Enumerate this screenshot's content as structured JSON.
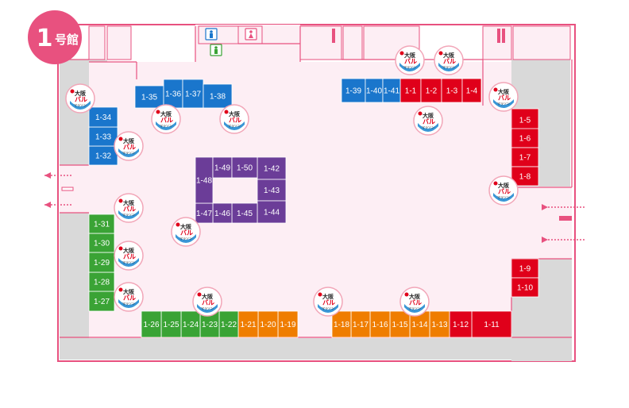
{
  "hall": {
    "number": "1",
    "suffix": "号館"
  },
  "marker": {
    "line1": "大阪",
    "line2": "バル",
    "line3": "マラソン"
  },
  "colors": {
    "red": "#e0001a",
    "blue": "#1a76cc",
    "green": "#3aa335",
    "orange": "#ef7d00",
    "purple": "#6b3d98",
    "floor": "#fdeef4",
    "wall": "#e8517f",
    "gray": "#d9d9d9",
    "badge": "#e8517f"
  },
  "booths": [
    {
      "id": "1-1",
      "zone": "red"
    },
    {
      "id": "1-2",
      "zone": "red"
    },
    {
      "id": "1-3",
      "zone": "red"
    },
    {
      "id": "1-4",
      "zone": "red"
    },
    {
      "id": "1-5",
      "zone": "red"
    },
    {
      "id": "1-6",
      "zone": "red"
    },
    {
      "id": "1-7",
      "zone": "red"
    },
    {
      "id": "1-8",
      "zone": "red"
    },
    {
      "id": "1-9",
      "zone": "red"
    },
    {
      "id": "1-10",
      "zone": "red"
    },
    {
      "id": "1-11",
      "zone": "red"
    },
    {
      "id": "1-12",
      "zone": "red"
    },
    {
      "id": "1-13",
      "zone": "orange"
    },
    {
      "id": "1-14",
      "zone": "orange"
    },
    {
      "id": "1-15",
      "zone": "orange"
    },
    {
      "id": "1-16",
      "zone": "orange"
    },
    {
      "id": "1-17",
      "zone": "orange"
    },
    {
      "id": "1-18",
      "zone": "orange"
    },
    {
      "id": "1-19",
      "zone": "orange"
    },
    {
      "id": "1-20",
      "zone": "orange"
    },
    {
      "id": "1-21",
      "zone": "orange"
    },
    {
      "id": "1-22",
      "zone": "green"
    },
    {
      "id": "1-23",
      "zone": "green"
    },
    {
      "id": "1-24",
      "zone": "green"
    },
    {
      "id": "1-25",
      "zone": "green"
    },
    {
      "id": "1-26",
      "zone": "green"
    },
    {
      "id": "1-27",
      "zone": "green"
    },
    {
      "id": "1-28",
      "zone": "green"
    },
    {
      "id": "1-29",
      "zone": "green"
    },
    {
      "id": "1-30",
      "zone": "green"
    },
    {
      "id": "1-31",
      "zone": "green"
    },
    {
      "id": "1-32",
      "zone": "blue"
    },
    {
      "id": "1-33",
      "zone": "blue"
    },
    {
      "id": "1-34",
      "zone": "blue"
    },
    {
      "id": "1-35",
      "zone": "blue"
    },
    {
      "id": "1-36",
      "zone": "blue"
    },
    {
      "id": "1-37",
      "zone": "blue"
    },
    {
      "id": "1-38",
      "zone": "blue"
    },
    {
      "id": "1-39",
      "zone": "blue"
    },
    {
      "id": "1-40",
      "zone": "blue"
    },
    {
      "id": "1-41",
      "zone": "blue"
    },
    {
      "id": "1-42",
      "zone": "purple"
    },
    {
      "id": "1-43",
      "zone": "purple"
    },
    {
      "id": "1-44",
      "zone": "purple"
    },
    {
      "id": "1-45",
      "zone": "purple"
    },
    {
      "id": "1-46",
      "zone": "purple"
    },
    {
      "id": "1-47",
      "zone": "purple"
    },
    {
      "id": "1-48",
      "zone": "purple"
    },
    {
      "id": "1-49",
      "zone": "purple"
    },
    {
      "id": "1-50",
      "zone": "purple"
    }
  ],
  "facilities": [
    {
      "name": "mens-restroom-icon"
    },
    {
      "name": "womens-restroom-icon"
    },
    {
      "name": "accessible-restroom-icon"
    }
  ]
}
